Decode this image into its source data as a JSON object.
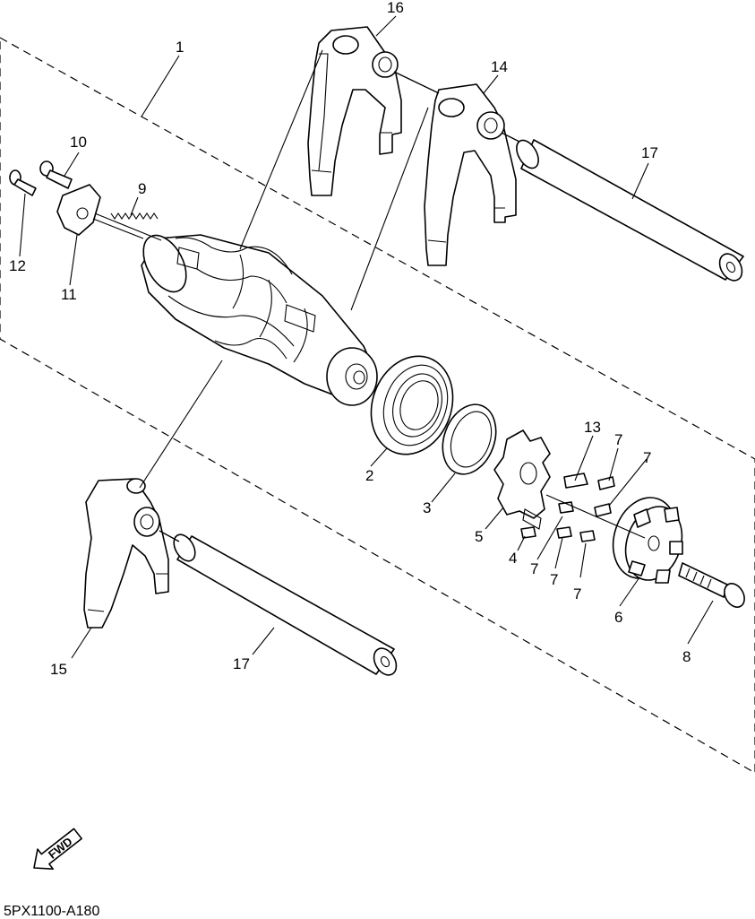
{
  "diagram": {
    "code": "5PX1100-A180",
    "fwd_label": "FWD",
    "callouts": [
      {
        "id": "c1",
        "text": "1"
      },
      {
        "id": "c2",
        "text": "2"
      },
      {
        "id": "c3",
        "text": "3"
      },
      {
        "id": "c4",
        "text": "4"
      },
      {
        "id": "c5",
        "text": "5"
      },
      {
        "id": "c6",
        "text": "6"
      },
      {
        "id": "c7a",
        "text": "7"
      },
      {
        "id": "c7b",
        "text": "7"
      },
      {
        "id": "c7c",
        "text": "7"
      },
      {
        "id": "c7d",
        "text": "7"
      },
      {
        "id": "c7e",
        "text": "7"
      },
      {
        "id": "c8",
        "text": "8"
      },
      {
        "id": "c9",
        "text": "9"
      },
      {
        "id": "c10",
        "text": "10"
      },
      {
        "id": "c11",
        "text": "11"
      },
      {
        "id": "c12",
        "text": "12"
      },
      {
        "id": "c13",
        "text": "13"
      },
      {
        "id": "c14",
        "text": "14"
      },
      {
        "id": "c15",
        "text": "15"
      },
      {
        "id": "c16",
        "text": "16"
      },
      {
        "id": "c17a",
        "text": "17"
      },
      {
        "id": "c17b",
        "text": "17"
      }
    ]
  }
}
